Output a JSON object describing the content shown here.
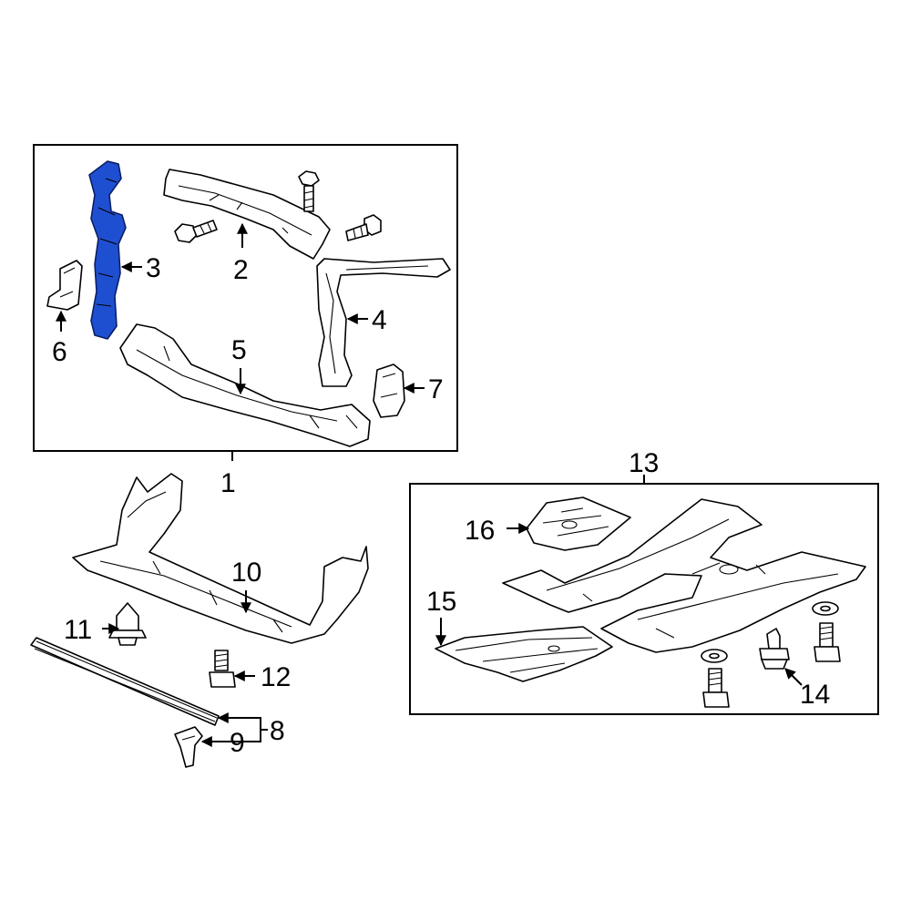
{
  "colors": {
    "highlight": "#1f4fd1",
    "line": "#000000",
    "background": "#ffffff"
  },
  "callouts": {
    "c1": "1",
    "c2": "2",
    "c3": "3",
    "c4": "4",
    "c5": "5",
    "c6": "6",
    "c7": "7",
    "c8": "8",
    "c9": "9",
    "c10": "10",
    "c11": "11",
    "c12": "12",
    "c13": "13",
    "c14": "14",
    "c15": "15",
    "c16": "16"
  }
}
